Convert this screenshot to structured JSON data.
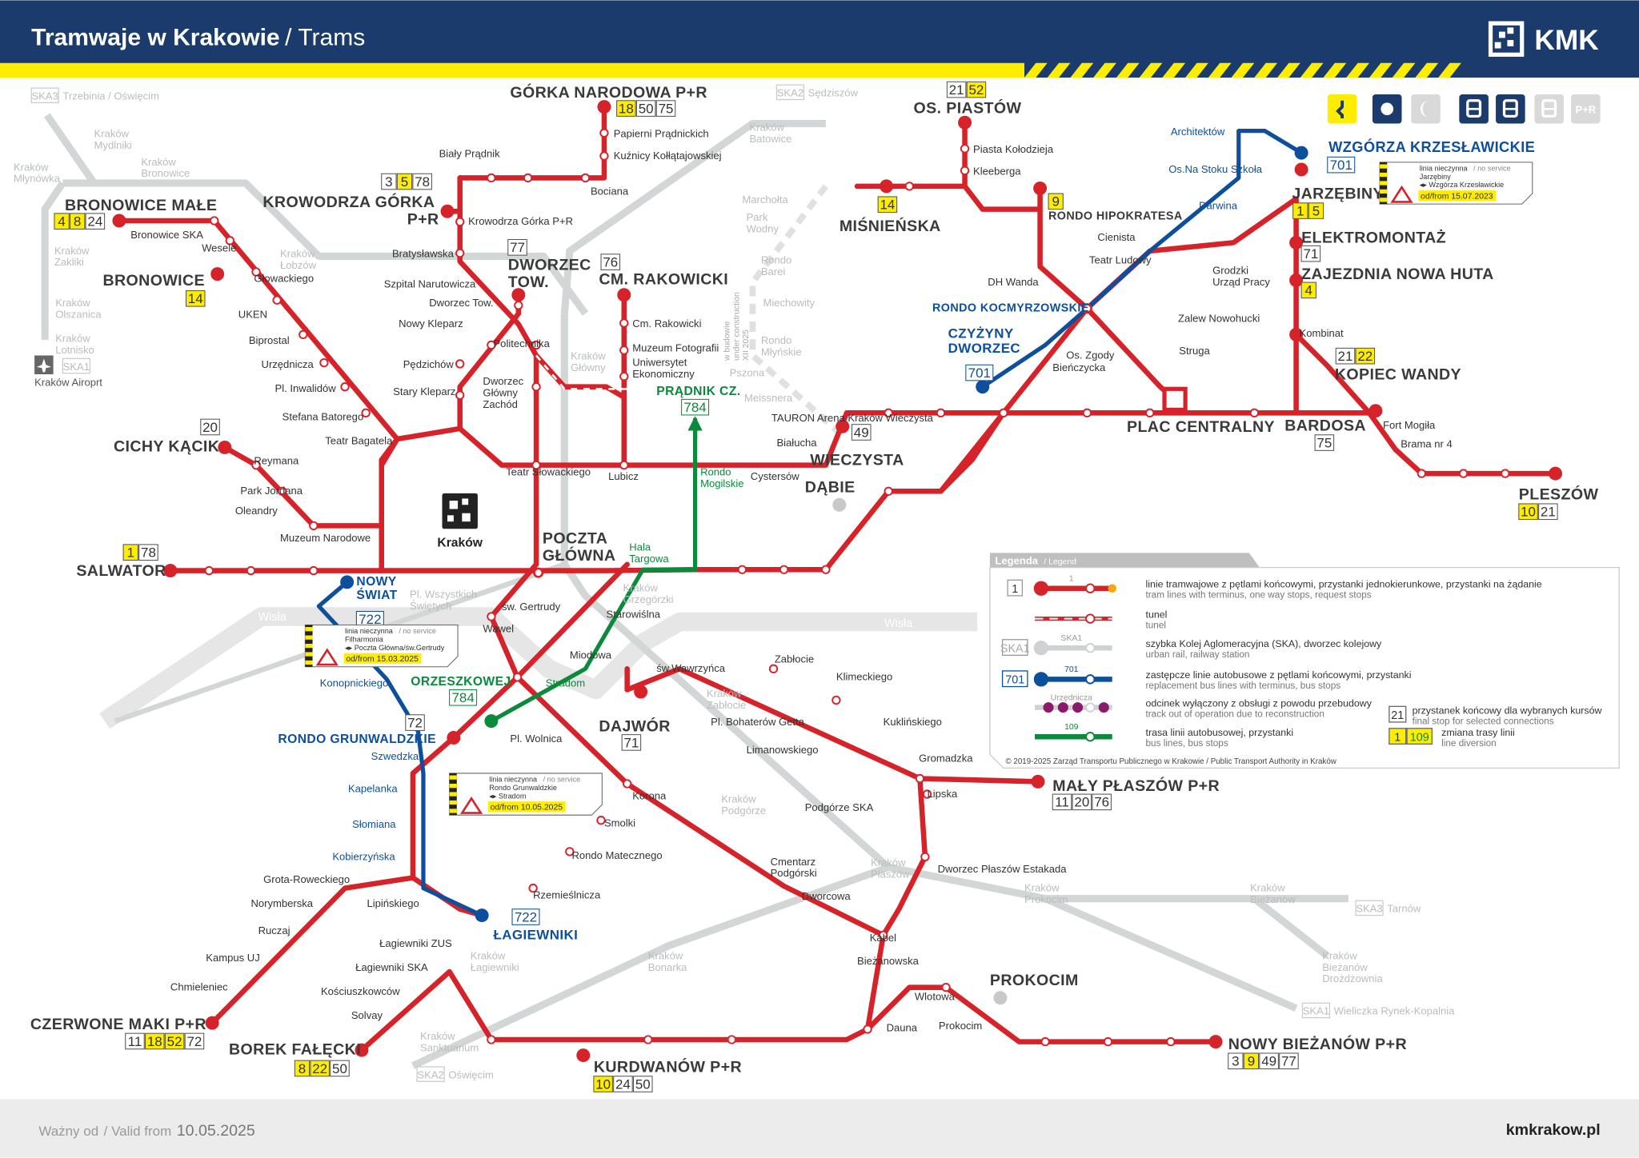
{
  "header": {
    "title": "Tramwaje w Krakowie",
    "subtitle": "/ Trams",
    "brand": "KMK"
  },
  "colors": {
    "header": "#1a3b6c",
    "tram": "#d6232a",
    "bus_replacement": "#0d4f9c",
    "bus": "#0a8a3a",
    "ska": "#cfd2d2",
    "highlight": "#ffed00"
  },
  "filters": [
    {
      "icon": "detour-icon",
      "active": true
    },
    {
      "icon": "sun-icon",
      "active": true
    },
    {
      "icon": "moon-icon",
      "active": false
    },
    {
      "icon": "tram-icon",
      "active": true
    },
    {
      "icon": "tram-icon",
      "active": true
    },
    {
      "icon": "bus-icon",
      "active": false
    },
    {
      "icon": "park-and-ride-icon",
      "active": false,
      "label": "P+R"
    }
  ],
  "termini": [
    {
      "name": "GÓRKA NARODOWA P+R",
      "lines": [
        {
          "n": "18",
          "d": true
        },
        {
          "n": "50"
        },
        {
          "n": "75"
        }
      ]
    },
    {
      "name": "OS. PIASTÓW",
      "lines": [
        {
          "n": "21"
        },
        {
          "n": "52",
          "d": true
        }
      ]
    },
    {
      "name": "KROWODRZA GÓRKA P+R",
      "lines": [
        {
          "n": "3"
        },
        {
          "n": "5",
          "d": true
        },
        {
          "n": "78"
        }
      ]
    },
    {
      "name": "BRONOWICE MAŁE",
      "lines": [
        {
          "n": "4",
          "d": true
        },
        {
          "n": "8",
          "d": true
        },
        {
          "n": "24"
        }
      ]
    },
    {
      "name": "BRONOWICE",
      "lines": [
        {
          "n": "14",
          "d": true
        }
      ]
    },
    {
      "name": "MIŚNIEŃSKA",
      "lines": [
        {
          "n": "14",
          "d": true
        }
      ]
    },
    {
      "name": "RONDO HIPOKRATESA",
      "lines": [
        {
          "n": "9",
          "d": true
        }
      ]
    },
    {
      "name": "WZGÓRZA KRZESŁAWICKIE",
      "lines": [
        {
          "n": "701",
          "b": true
        }
      ],
      "kind": "bus"
    },
    {
      "name": "JARZĘBINY",
      "lines": [
        {
          "n": "1",
          "d": true
        },
        {
          "n": "5",
          "d": true
        }
      ]
    },
    {
      "name": "ELEKTROMONTAŻ",
      "lines": [
        {
          "n": "71"
        }
      ]
    },
    {
      "name": "ZAJEZDNIA NOWA HUTA",
      "lines": [
        {
          "n": "4",
          "d": true
        }
      ]
    },
    {
      "name": "KOPIEC WANDY",
      "lines": [
        {
          "n": "21"
        },
        {
          "n": "22",
          "d": true
        }
      ]
    },
    {
      "name": "BARDOSA",
      "lines": [
        {
          "n": "75"
        }
      ]
    },
    {
      "name": "PLESZÓW",
      "lines": [
        {
          "n": "10",
          "d": true
        },
        {
          "n": "21"
        }
      ]
    },
    {
      "name": "CICHY KĄCIK",
      "lines": [
        {
          "n": "20"
        }
      ]
    },
    {
      "name": "DWORZEC TOW.",
      "lines": [
        {
          "n": "77"
        }
      ]
    },
    {
      "name": "CM. RAKOWICKI",
      "lines": [
        {
          "n": "76"
        }
      ]
    },
    {
      "name": "PRĄDNIK CZ.",
      "lines": [
        {
          "n": "784",
          "g": true
        }
      ],
      "kind": "green"
    },
    {
      "name": "WIECZYSTA",
      "lines": [
        {
          "n": "49"
        }
      ]
    },
    {
      "name": "CZYŻYNY DWORZEC",
      "lines": [
        {
          "n": "701",
          "b": true
        }
      ],
      "kind": "bus"
    },
    {
      "name": "SALWATOR",
      "lines": [
        {
          "n": "1",
          "d": true
        },
        {
          "n": "78"
        }
      ]
    },
    {
      "name": "NOWY ŚWIAT",
      "lines": [
        {
          "n": "722",
          "b": true
        }
      ],
      "kind": "bus"
    },
    {
      "name": "ORZESZKOWEJ",
      "lines": [
        {
          "n": "784",
          "g": true
        }
      ],
      "kind": "green"
    },
    {
      "name": "RONDO GRUNWALDZKIE",
      "lines": [
        {
          "n": "72"
        }
      ],
      "kind": "bus"
    },
    {
      "name": "DAJWÓR",
      "lines": [
        {
          "n": "71"
        }
      ]
    },
    {
      "name": "ŁAGIEWNIKI",
      "lines": [
        {
          "n": "722",
          "b": true
        }
      ],
      "kind": "bus"
    },
    {
      "name": "CZERWONE MAKI P+R",
      "lines": [
        {
          "n": "11"
        },
        {
          "n": "18",
          "d": true
        },
        {
          "n": "52",
          "d": true
        },
        {
          "n": "72"
        }
      ]
    },
    {
      "name": "BOREK FAŁĘCKI",
      "lines": [
        {
          "n": "8",
          "d": true
        },
        {
          "n": "22",
          "d": true
        },
        {
          "n": "50"
        }
      ]
    },
    {
      "name": "KURDWANÓW P+R",
      "lines": [
        {
          "n": "10",
          "d": true
        },
        {
          "n": "24"
        },
        {
          "n": "50"
        }
      ]
    },
    {
      "name": "NOWY BIEŻANÓW P+R",
      "lines": [
        {
          "n": "3"
        },
        {
          "n": "9",
          "d": true
        },
        {
          "n": "49"
        },
        {
          "n": "77"
        }
      ]
    },
    {
      "name": "MAŁY PŁASZÓW P+R",
      "lines": [
        {
          "n": "11"
        },
        {
          "n": "20"
        },
        {
          "n": "76"
        }
      ]
    },
    {
      "name": "PLAC CENTRALNY",
      "lines": []
    },
    {
      "name": "DĄBIE",
      "lines": []
    },
    {
      "name": "PROKOCIM",
      "lines": []
    },
    {
      "name": "POCZTA GŁÓWNA",
      "lines": []
    },
    {
      "name": "RONDO KOCMYRZOWSKIE",
      "lines": [],
      "kind": "bus"
    }
  ],
  "stops": [
    "Papierni Prądnickich",
    "Kuźnicy Kołłątajowskiej",
    "Bociana",
    "Krowodrza Górka P+R",
    "Bratysławska",
    "Szpital Narutowicza",
    "Dworzec Tow.",
    "Nowy Kleparz",
    "Pędzichów",
    "Stary Kleparz",
    "Politechnika",
    "Dworzec Główny Zachód",
    "Teatr Słowackiego",
    "Lubicz",
    "Wesele",
    "Bronowice SKA",
    "Głowackiego",
    "UKEN",
    "Biprostal",
    "Urzędnicza",
    "Pl. Inwalidów",
    "Stefana Batorego",
    "Teatr Bagatela",
    "Reymana",
    "Park Jordana",
    "Oleandry",
    "Muzeum Narodowe",
    "św. Gertrudy",
    "Wawel",
    "Miodowa",
    "Starowiślna",
    "Cystersów",
    "Cm. Rakowicki",
    "Muzeum Fotografii",
    "Uniwersytet Ekonomiczny",
    "Piasta Kołodzieja",
    "Kleeberga",
    "DH Wanda",
    "Cienista",
    "Teatr Ludowy",
    "Os. Zgody",
    "Bieńczycka",
    "Kombinat",
    "Struga",
    "Zalew Nowohucki",
    "Grodzki Urząd Pracy",
    "Fort Mogiła",
    "Brama nr 4",
    "Zabłocie",
    "Klimeckiego",
    "Kuklińskiego",
    "Gromadzka",
    "Lipska",
    "Dworzec Płaszów Estakada",
    "Kabel",
    "Bieżanowska",
    "Wlotowa",
    "Dauna",
    "Prokocim",
    "Korona",
    "Smolki",
    "Rondo Matecznego",
    "Rzemieślnicza",
    "Cmentarz Podgórski",
    "Dworcowa",
    "Podgórze SKA",
    "Limanowskiego",
    "Pl. Bohaterów Getta",
    "św.Wawrzyńca",
    "Pl. Wolnica",
    "Grota-Roweckiego",
    "Norymberska",
    "Lipińskiego",
    "Ruczaj",
    "Kampus UJ",
    "Chmieleniec",
    "Łagiewniki ZUS",
    "Łagiewniki SKA",
    "Kościuszkowców",
    "Solvay",
    "Biały Prądnik",
    "TAURON Arena Kraków Wieczysta",
    "Białucha"
  ],
  "bus_stops": [
    "Architektów",
    "Os.Na Stoku Szkoła",
    "Darwina",
    "Szwedzka",
    "Kapelanka",
    "Słomiana",
    "Kobierzyńska",
    "Konopnickiego",
    "Stradom",
    "Hala Targowa",
    "Rondo Mogilskie"
  ],
  "ska_stops": [
    "Kraków Mydlniki",
    "Kraków Młynówka",
    "Kraków Bronowice",
    "Kraków Zakliki",
    "Kraków Olszanica",
    "Kraków Lotnisko",
    "Kraków Łobzów",
    "Kraków Główny",
    "Kraków Batowice",
    "Marchołta",
    "Park Wodny",
    "Rondo Barei",
    "Miechowity",
    "Rondo Młyńskie",
    "Pszona",
    "Meissnera",
    "Kraków Grzegórzki",
    "Kraków Zabłocie",
    "Kraków Podgórze",
    "Kraków Płaszów",
    "Kraków Prokocim",
    "Kraków Bieżanów",
    "Kraków Bonarka",
    "Kraków Łagiewniki",
    "Kraków Sanktuarium",
    "Kraków Bieżanów Drożdżownia",
    "Pl. Wszystkich Świętych",
    "Kraków Airoprt"
  ],
  "ska_destinations": [
    {
      "line": "SKA3",
      "name": "Trzebinia / Oświęcim"
    },
    {
      "line": "SKA2",
      "name": "Sędziszów"
    },
    {
      "line": "SKA3",
      "name": "Tarnów"
    },
    {
      "line": "SKA1",
      "name": "Wieliczka Rynek-Kopalnia"
    },
    {
      "line": "SKA2",
      "name": "Oświęcim"
    },
    {
      "line": "SKA1",
      "name": ""
    }
  ],
  "river": {
    "name": "Wisła"
  },
  "city_logo": {
    "name": "Kraków"
  },
  "notices": [
    {
      "title": "linia nieczynna",
      "title_en": "/ no service",
      "line1": "Jarzębiny",
      "line2": "◂▸ Wzgórza Krzesławickie",
      "date": "od/from 15.07.2023"
    },
    {
      "title": "linia nieczynna",
      "title_en": "/ no service",
      "line1": "Filharmonia",
      "line2": "◂▸ Poczta Główna/św.Gertrudy",
      "date": "od/from 15.03.2025"
    },
    {
      "title": "linia nieczynna",
      "title_en": "/ no service",
      "line1": "Rondo Grunwaldzkie",
      "line2": "◂▸ Stradom",
      "date": "od/from 10.05.2025"
    }
  ],
  "legend": {
    "title": "Legenda",
    "title_en": "/ Legend",
    "items": [
      {
        "badge": "1",
        "line_label": "1",
        "pl": "linie tramwajowe z pętlami końcowymi, przystanki jednokierunkowe, przystanki na żądanie",
        "en": "tram lines with terminus, one way stops, request stops"
      },
      {
        "badge": "",
        "line_label": "",
        "pl": "tunel",
        "en": "tunel"
      },
      {
        "badge": "SKA1",
        "line_label": "SKA1",
        "pl": "szybka Kolej Aglomeracyjna (SKA), dworzec kolejowy",
        "en": "urban rail, railway station"
      },
      {
        "badge": "701",
        "line_label": "701",
        "pl": "zastępcze linie autobusowe z pętlami końcowymi, przystanki",
        "en": "replacement bus lines with terminus, bus stops"
      },
      {
        "badge": "",
        "line_label": "Urzędnicza",
        "pl": "odcinek wyłączony z obsługi z powodu przebudowy",
        "en": "track out of operation due to reconstruction"
      },
      {
        "badge": "",
        "line_label": "109",
        "pl": "trasa linii autobusowej, przystanki",
        "en": "bus lines, bus stops"
      }
    ],
    "extra": [
      {
        "badge": "21",
        "pl": "przystanek końcowy dla wybranych kursów",
        "en": "final stop for selected connections"
      },
      {
        "badge": "1",
        "badge2": "109",
        "pl": "zmiana trasy linii",
        "en": "line diversion"
      }
    ],
    "copyright": "© 2019-2025 Zarząd Transportu Publicznego w Krakowie / Public Transport Authority in Kraków"
  },
  "construction_note": {
    "pl": "w budowie",
    "en": "under construction",
    "date": "XII 2025"
  },
  "footer": {
    "valid_label": "Ważny od",
    "valid_label_en": "/ Valid from",
    "date": "10.05.2025",
    "url": "kmkrakow.pl"
  }
}
